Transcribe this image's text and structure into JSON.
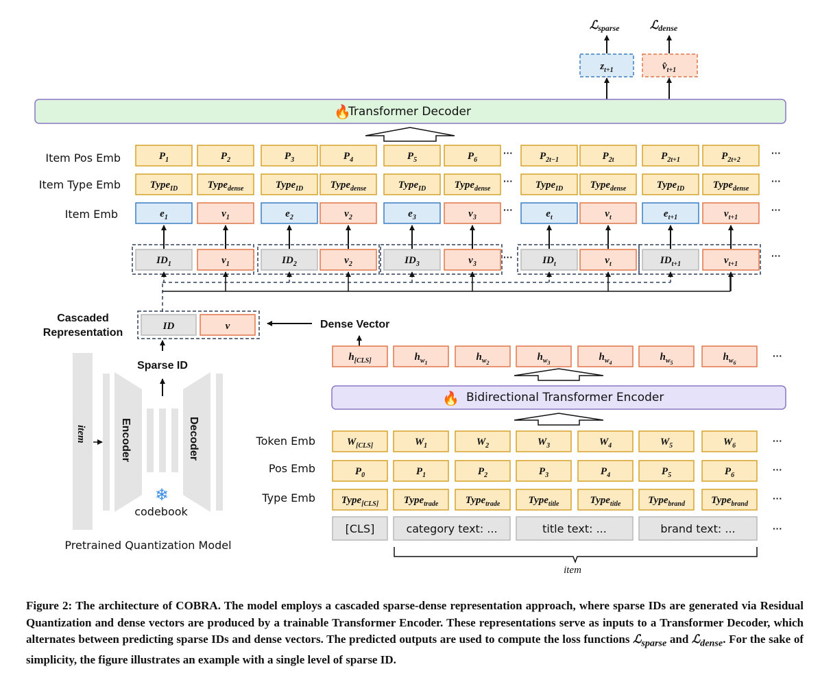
{
  "decoder": {
    "label": "Transformer Decoder"
  },
  "encoder": {
    "label": "Bidirectional Transformer Encoder"
  },
  "losses": {
    "sparse_base": "ℒ",
    "sparse_sub": "sparse",
    "dense_base": "ℒ",
    "dense_sub": "dense"
  },
  "outputs": {
    "z_base": "z",
    "z_sub": "t+1",
    "v_base": "v̂",
    "v_sub": "t+1"
  },
  "row_labels": {
    "item_pos": "Item Pos Emb",
    "item_type": "Item Type Emb",
    "item_emb": "Item Emb",
    "token_emb": "Token Emb",
    "pos_emb": "Pos Emb",
    "type_emb": "Type Emb"
  },
  "ellipsis": "···",
  "item_pos_cells": [
    {
      "b": "P",
      "s": "1"
    },
    {
      "b": "P",
      "s": "2"
    },
    {
      "b": "P",
      "s": "3"
    },
    {
      "b": "P",
      "s": "4"
    },
    {
      "b": "P",
      "s": "5"
    },
    {
      "b": "P",
      "s": "6"
    },
    {
      "b": "P",
      "s": "2t−1"
    },
    {
      "b": "P",
      "s": "2t"
    },
    {
      "b": "P",
      "s": "2t+1"
    },
    {
      "b": "P",
      "s": "2t+2"
    }
  ],
  "item_type_cells": [
    {
      "b": "Type",
      "s": "ID"
    },
    {
      "b": "Type",
      "s": "dense"
    },
    {
      "b": "Type",
      "s": "ID"
    },
    {
      "b": "Type",
      "s": "dense"
    },
    {
      "b": "Type",
      "s": "ID"
    },
    {
      "b": "Type",
      "s": "dense"
    },
    {
      "b": "Type",
      "s": "ID"
    },
    {
      "b": "Type",
      "s": "dense"
    },
    {
      "b": "Type",
      "s": "ID"
    },
    {
      "b": "Type",
      "s": "dense"
    }
  ],
  "item_emb_cells": [
    {
      "b": "e",
      "s": "1"
    },
    {
      "b": "v",
      "s": "1"
    },
    {
      "b": "e",
      "s": "2"
    },
    {
      "b": "v",
      "s": "2"
    },
    {
      "b": "e",
      "s": "3"
    },
    {
      "b": "v",
      "s": "3"
    },
    {
      "b": "e",
      "s": "t"
    },
    {
      "b": "v",
      "s": "t"
    },
    {
      "b": "e",
      "s": "t+1"
    },
    {
      "b": "v",
      "s": "t+1"
    }
  ],
  "id_cells": [
    {
      "b": "ID",
      "s": "1"
    },
    {
      "b": "v",
      "s": "1"
    },
    {
      "b": "ID",
      "s": "2"
    },
    {
      "b": "v",
      "s": "2"
    },
    {
      "b": "ID",
      "s": "3"
    },
    {
      "b": "v",
      "s": "3"
    },
    {
      "b": "ID",
      "s": "t"
    },
    {
      "b": "v",
      "s": "t"
    },
    {
      "b": "ID",
      "s": "t+1"
    },
    {
      "b": "v",
      "s": "t+1"
    }
  ],
  "cascaded": {
    "title_line1": "Cascaded",
    "title_line2": "Representation",
    "id": "ID",
    "v": "v"
  },
  "dense_vector_label": "Dense Vector",
  "sparse_id_label": "Sparse ID",
  "quant": {
    "item": "item",
    "encoder": "Encoder",
    "decoder": "Decoder",
    "codebook": "codebook",
    "caption": "Pretrained Quantization Model",
    "snowflake": "❄"
  },
  "h_cells": [
    {
      "b": "h",
      "s": "[CLS]",
      "ss": ""
    },
    {
      "b": "h",
      "s": "w",
      "ss": "1"
    },
    {
      "b": "h",
      "s": "w",
      "ss": "2"
    },
    {
      "b": "h",
      "s": "w",
      "ss": "3"
    },
    {
      "b": "h",
      "s": "w",
      "ss": "4"
    },
    {
      "b": "h",
      "s": "w",
      "ss": "5"
    },
    {
      "b": "h",
      "s": "w",
      "ss": "6"
    }
  ],
  "token_cells": [
    {
      "b": "W",
      "s": "[CLS]"
    },
    {
      "b": "W",
      "s": "1"
    },
    {
      "b": "W",
      "s": "2"
    },
    {
      "b": "W",
      "s": "3"
    },
    {
      "b": "W",
      "s": "4"
    },
    {
      "b": "W",
      "s": "5"
    },
    {
      "b": "W",
      "s": "6"
    }
  ],
  "pos_cells": [
    {
      "b": "P",
      "s": "0"
    },
    {
      "b": "P",
      "s": "1"
    },
    {
      "b": "P",
      "s": "2"
    },
    {
      "b": "P",
      "s": "3"
    },
    {
      "b": "P",
      "s": "4"
    },
    {
      "b": "P",
      "s": "5"
    },
    {
      "b": "P",
      "s": "6"
    }
  ],
  "type_cells": [
    {
      "b": "Type",
      "s": "[CLS]"
    },
    {
      "b": "Type",
      "s": "trade"
    },
    {
      "b": "Type",
      "s": "trade"
    },
    {
      "b": "Type",
      "s": "title"
    },
    {
      "b": "Type",
      "s": "title"
    },
    {
      "b": "Type",
      "s": "brand"
    },
    {
      "b": "Type",
      "s": "brand"
    }
  ],
  "text_inputs": [
    "[CLS]",
    "category text: ...",
    "title text: ...",
    "brand text: ..."
  ],
  "item_brace_label": "item",
  "colors": {
    "yellow_fill": "#fdeac0",
    "yellow_stroke": "#d6a22a",
    "blue_fill": "#dbeaf7",
    "blue_stroke": "#3d7ec3",
    "orange_fill": "#fde0d2",
    "orange_stroke": "#e0764a",
    "gray_fill": "#e4e4e4",
    "gray_stroke": "#b8b8b8",
    "decoder_fill": "#ddf5dc",
    "encoder_fill": "#e6e2fa",
    "bar_stroke": "#8a76c4",
    "dashed": "#2f3e5c"
  },
  "caption": {
    "p1": "Figure 2: The architecture of COBRA. The model employs a cascaded sparse-dense representation approach, where sparse IDs are generated via Residual Quantization and dense vectors are produced by a trainable Transformer Encoder. These representations serve as inputs to a Transformer Decoder, which alternates between predicting sparse IDs and dense vectors. The predicted outputs are used to compute the loss functions ",
    "l1": "ℒ",
    "l1s": "sparse",
    "and": " and ",
    "l2": "ℒ",
    "l2s": "dense",
    "p2": ". For the sake of simplicity, the figure illustrates an example with a single level of sparse ID."
  }
}
